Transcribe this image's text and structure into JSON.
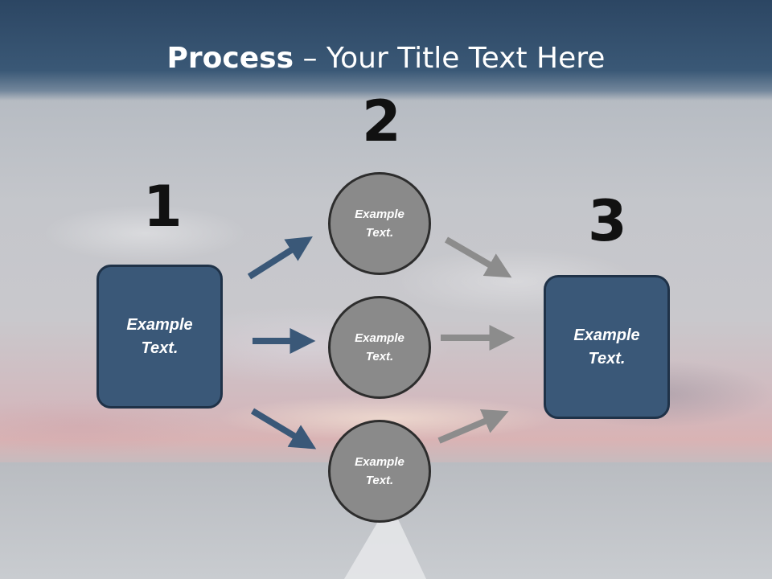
{
  "title": {
    "bold": "Process",
    "rest": " – Your Title Text Here"
  },
  "steps": {
    "s1": {
      "number": "1",
      "label": "Example\nText."
    },
    "s2": {
      "number": "2",
      "items": [
        {
          "label": "Example\nText."
        },
        {
          "label": "Example\nText."
        },
        {
          "label": "Example\nText."
        }
      ]
    },
    "s3": {
      "number": "3",
      "label": "Example\nText."
    }
  },
  "colors": {
    "box": "#3a5878",
    "circle": "#8a8a8a",
    "arrow_blue": "#3a5878",
    "arrow_gray": "#8c8c8c",
    "header": "#2c4663"
  }
}
